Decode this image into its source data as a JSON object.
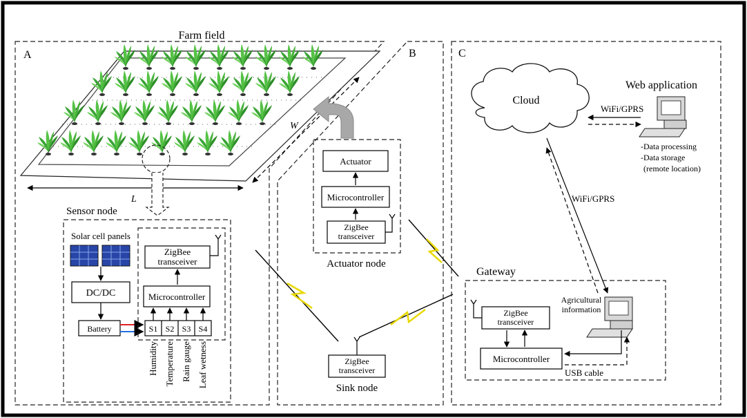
{
  "panels": {
    "a": "A",
    "b": "B",
    "c": "C"
  },
  "field": {
    "title": "Farm field",
    "length_label": "L",
    "width_label": "W"
  },
  "sensor_node": {
    "title": "Sensor node",
    "solar": "Solar cell panels",
    "dcdc": "DC/DC",
    "battery": "Battery",
    "zigbee_line1": "ZigBee",
    "zigbee_line2": "transceiver",
    "microcontroller": "Microcontroller",
    "sensors": [
      "S1",
      "S2",
      "S3",
      "S4"
    ],
    "sensor_types": [
      "Humidity",
      "Temperature",
      "Rain gauge",
      "Leaf wetness"
    ]
  },
  "actuator_node": {
    "title": "Actuator node",
    "actuator": "Actuator",
    "microcontroller": "Microcontroller",
    "zigbee_line1": "ZigBee",
    "zigbee_line2": "transceiver"
  },
  "sink_node": {
    "title": "Sink node",
    "zigbee_line1": "ZigBee",
    "zigbee_line2": "transceiver"
  },
  "cloud": {
    "label": "Cloud"
  },
  "web_app": {
    "title": "Web application",
    "link": "WiFi/GPRS",
    "notes": [
      "-Data processing",
      "-Data storage",
      "(remote location)"
    ]
  },
  "gateway": {
    "title": "Gateway",
    "cloud_link": "WiFi/GPRS",
    "zigbee_line1": "ZigBee",
    "zigbee_line2": "transceiver",
    "microcontroller": "Microcontroller",
    "pc_label_line1": "Agricultural",
    "pc_label_line2": "information",
    "usb": "USB cable"
  }
}
